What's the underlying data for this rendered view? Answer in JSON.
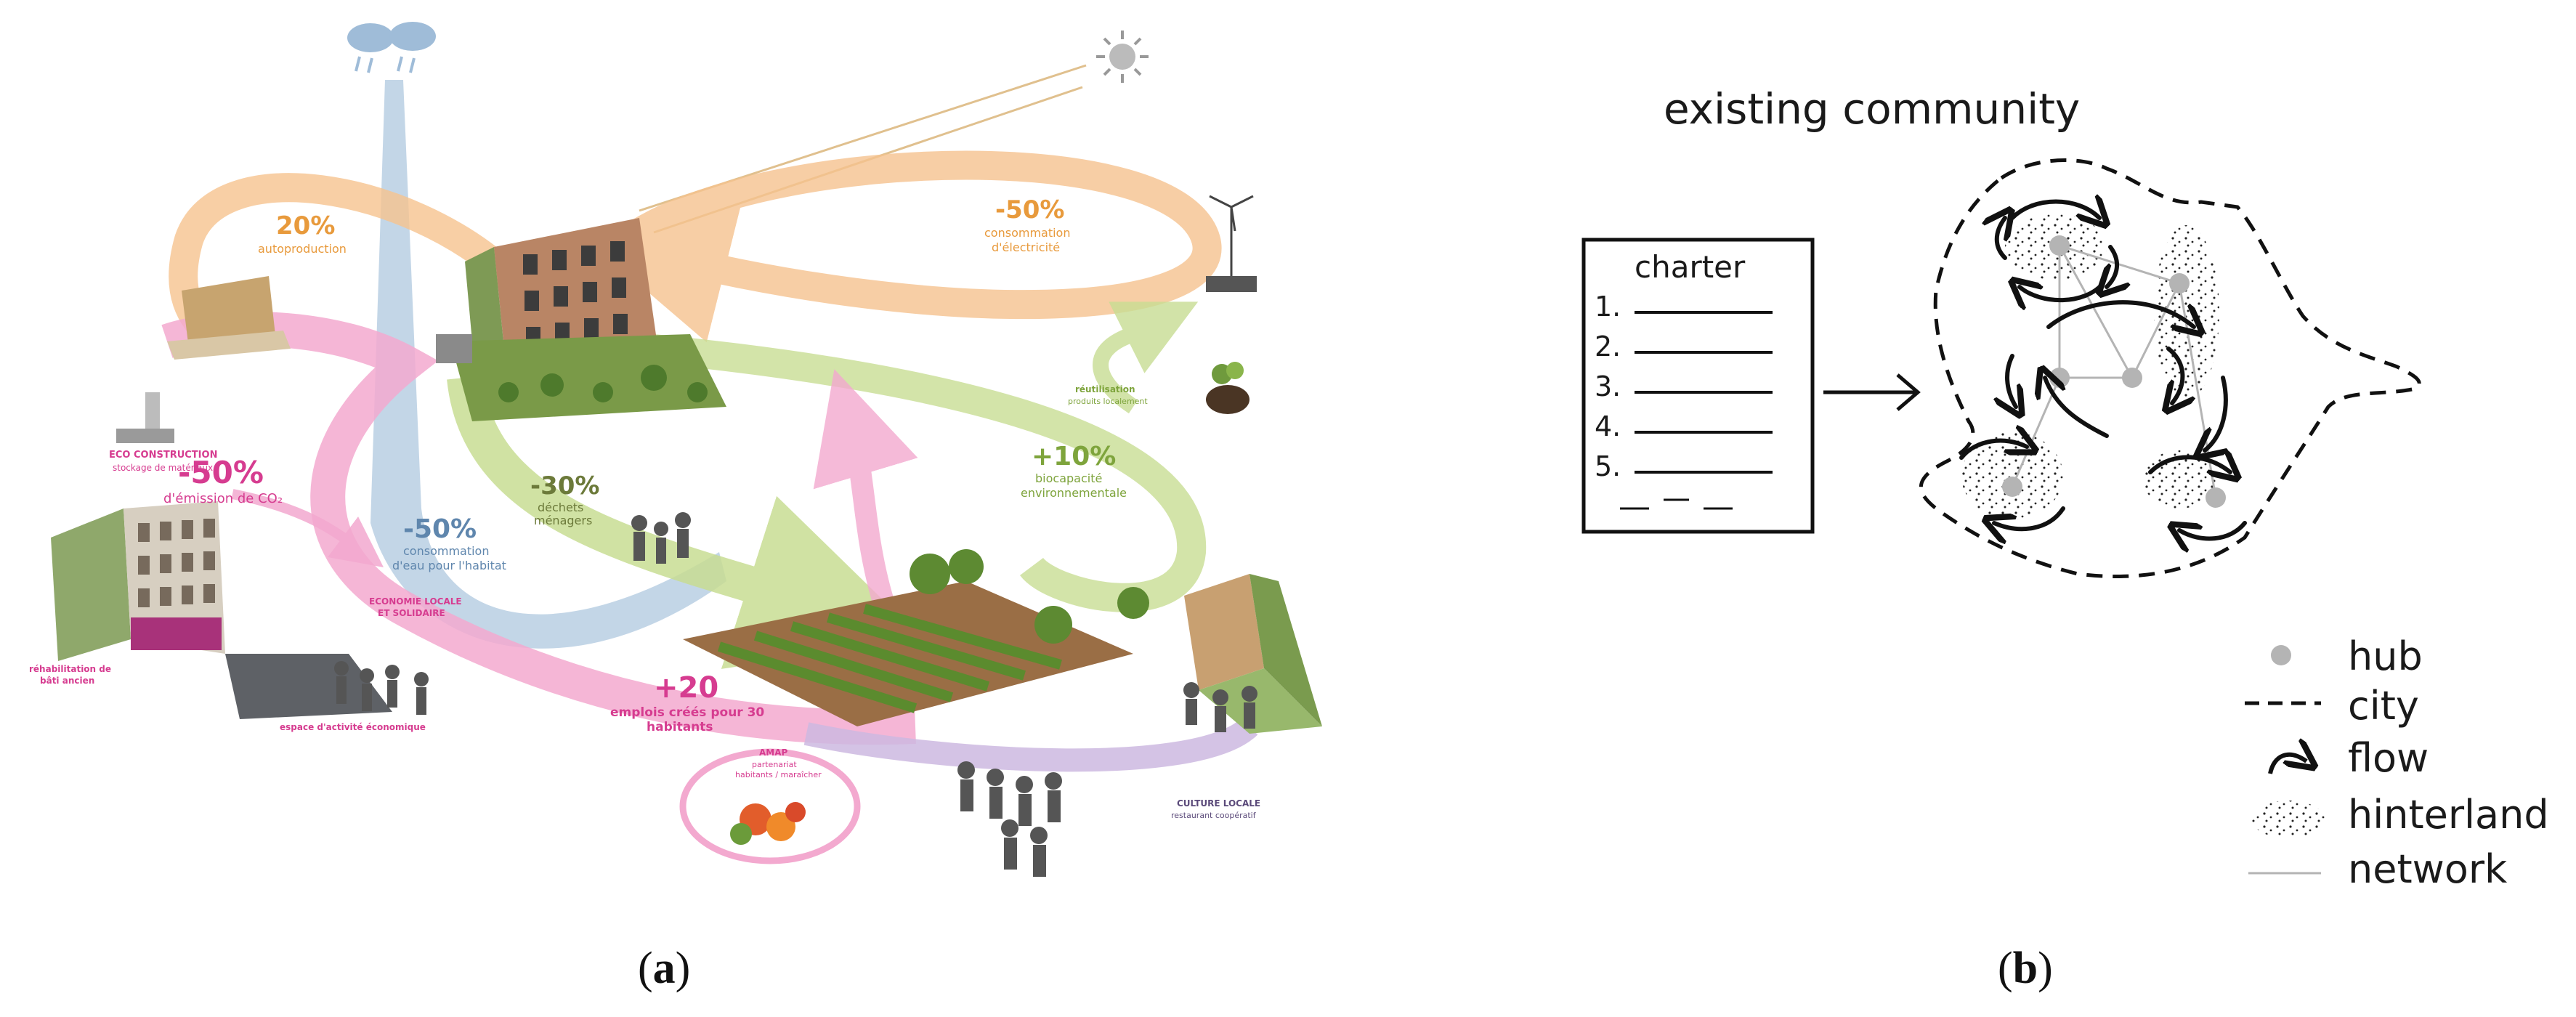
{
  "panel_a": {
    "caption_open": "(",
    "caption_letter": "a",
    "caption_close": ")",
    "labels": {
      "autoproduction_pct": "20%",
      "autoproduction_txt": "autoproduction",
      "electricity_pct": "-50%",
      "electricity_txt1": "consommation",
      "electricity_txt2": "d'électricité",
      "emission_pct": "-50%",
      "emission_txt": "d'émission de CO₂",
      "eco_construction": "ECO CONSTRUCTION",
      "eco_construction_sub": "stockage de matériaux",
      "water_pct": "-50%",
      "water_txt1": "consommation",
      "water_txt2": "d'eau pour l'habitat",
      "waste_pct": "-30%",
      "waste_txt1": "déchets",
      "waste_txt2": "ménagers",
      "biocapacity_pct": "+10%",
      "biocapacity_txt1": "biocapacité",
      "biocapacity_txt2": "environnementale",
      "jobs_pct": "+20",
      "jobs_txt1": "emplois créés pour 30",
      "jobs_txt2": "habitants",
      "economy_title1": "ECONOMIE LOCALE",
      "economy_title2": "ET SOLIDAIRE",
      "rehab": "réhabilitation de",
      "rehab2": "bâti ancien",
      "activity": "espace d'activité économique",
      "amap": "AMAP",
      "amap_sub": "partenariat",
      "amap_sub2": "habitants / maraîcher",
      "culture": "CULTURE LOCALE",
      "culture_sub": "restaurant coopératif",
      "reutilisation": "réutilisation",
      "reutilisation_sub": "produits localement"
    }
  },
  "panel_b": {
    "caption_open": "(",
    "caption_letter": "b",
    "caption_close": ")",
    "title": "existing community",
    "charter": {
      "title": "charter",
      "items": [
        "1.",
        "2.",
        "3.",
        "4.",
        "5."
      ]
    },
    "legend": [
      {
        "label": "hub",
        "icon": "dot-icon"
      },
      {
        "label": "city",
        "icon": "dashed-line-icon"
      },
      {
        "label": "flow",
        "icon": "curved-arrow-icon"
      },
      {
        "label": "hinterland",
        "icon": "stipple-icon"
      },
      {
        "label": "network",
        "icon": "thin-line-icon"
      }
    ]
  },
  "colors": {
    "orange_flow": "#f6c38f",
    "orange_text": "#e89a3c",
    "blue_flow": "#b9cfe3",
    "blue_text": "#5f86ad",
    "green_flow": "#c8dd93",
    "green_text": "#7ea43c",
    "pink_flow": "#f3a9cf",
    "pink_text": "#d63c90",
    "purple_flow": "#cdb9e0",
    "hub_gray": "#b4b4b4"
  }
}
